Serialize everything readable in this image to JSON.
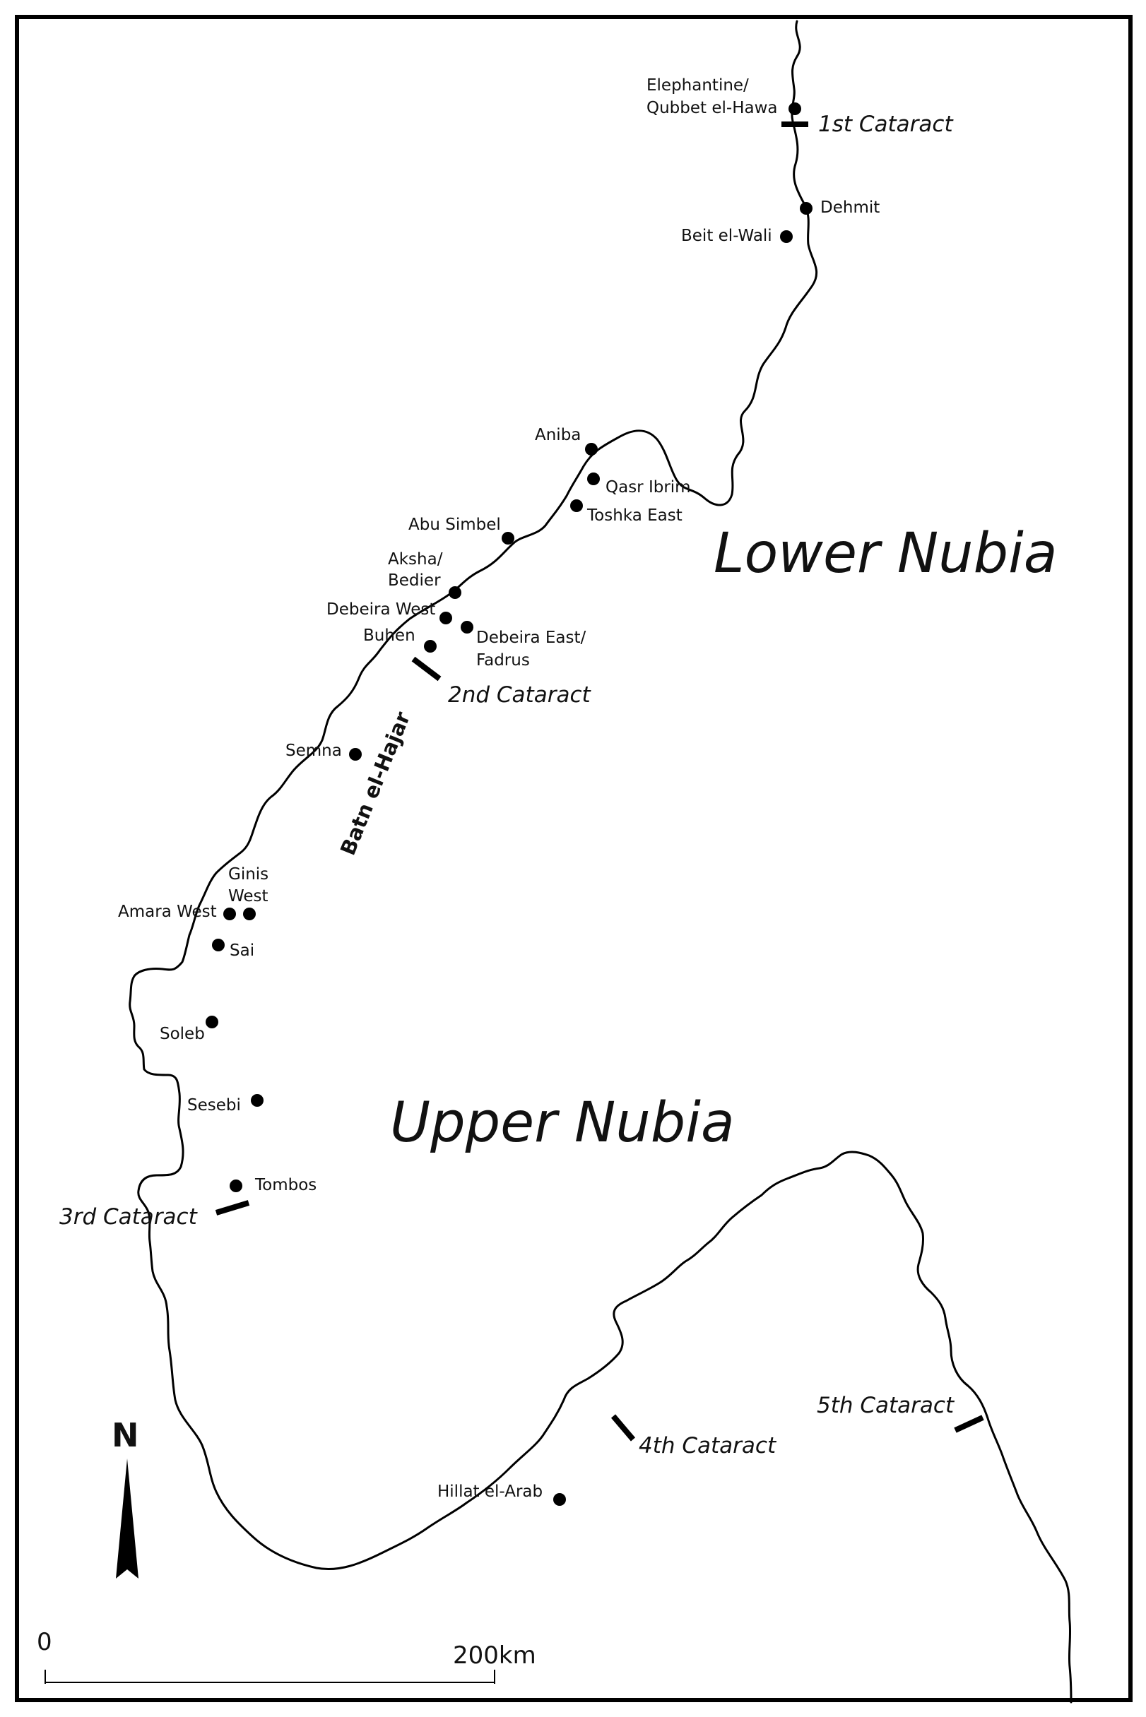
{
  "regions": {
    "lower": "Lower Nubia",
    "upper": "Upper Nubia"
  },
  "reach": "Batn el-Hajar",
  "cataracts": {
    "first": "1st Cataract",
    "second": "2nd Cataract",
    "third": "3rd Cataract",
    "fourth": "4th Cataract",
    "fifth": "5th Cataract"
  },
  "sites": {
    "elephantine_1": "Elephantine/",
    "elephantine_2": "Qubbet el-Hawa",
    "dehmit": "Dehmit",
    "beit_el_wali": "Beit el-Wali",
    "aniba": "Aniba",
    "qasr_ibrim": "Qasr Ibrim",
    "toshka_east": "Toshka East",
    "abu_simbel": "Abu Simbel",
    "aksha_1": "Aksha/",
    "aksha_2": "Bedier",
    "debeira_west": "Debeira West",
    "debeira_east_1": "Debeira East/",
    "debeira_east_2": "Fadrus",
    "buhen": "Buhen",
    "semna": "Semna",
    "ginis_1": "Ginis",
    "ginis_2": "West",
    "amara_west": "Amara West",
    "sai": "Sai",
    "soleb": "Soleb",
    "sesebi": "Sesebi",
    "tombos": "Tombos",
    "hillat_el_arab": "Hillat el-Arab"
  },
  "north_arrow": {
    "label": "N",
    "icon": "north-arrow-icon"
  },
  "scale_bar": {
    "start": "0",
    "end": "200km"
  },
  "colors": {
    "ink": "#000000",
    "background": "#ffffff"
  }
}
